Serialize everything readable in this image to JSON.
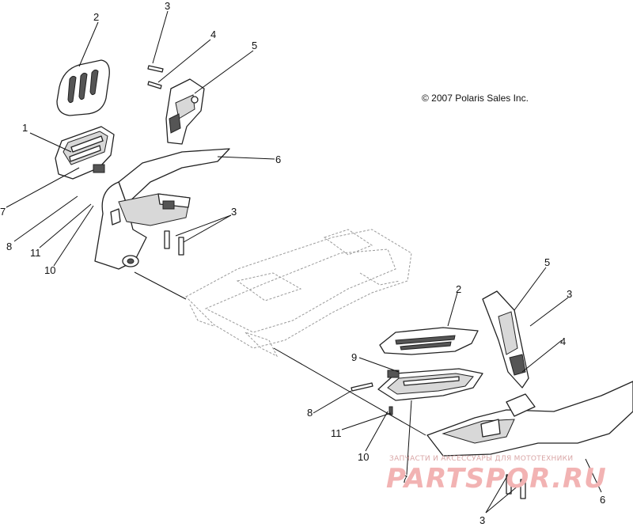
{
  "copyright": "© 2007 Polaris Sales Inc.",
  "watermark": {
    "line1": "ЗАПЧАСТИ И АКСЕССУАРЫ ДЛЯ МОТОТЕХНИКИ",
    "logo": "PARTSPOR.RU"
  },
  "callouts": {
    "c1": "1",
    "c2a": "2",
    "c2b": "2",
    "c3a": "3",
    "c3b": "3",
    "c3c": "3",
    "c3d": "3",
    "c4a": "4",
    "c4b": "4",
    "c5a": "5",
    "c5b": "5",
    "c6a": "6",
    "c6b": "6",
    "c7a": "7",
    "c7b": "7",
    "c8a": "8",
    "c8b": "8",
    "c9": "9",
    "c10a": "10",
    "c10b": "10",
    "c11a": "11",
    "c11b": "11"
  }
}
